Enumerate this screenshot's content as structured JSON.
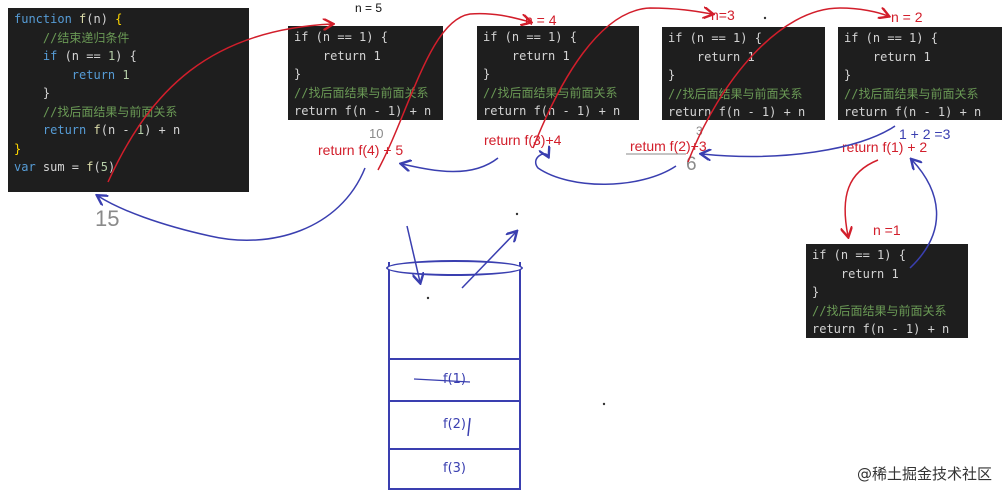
{
  "main_code": {
    "lines": [
      "function f(n) {",
      "    //结束递归条件",
      "    if (n == 1) {",
      "        return 1",
      "    }",
      "    //找后面结果与前面关系",
      "    return f(n - 1) + n",
      "}",
      "",
      "var sum = f(5)"
    ]
  },
  "sub_code": {
    "lines": [
      "if (n == 1) {",
      "    return 1",
      "}",
      "//找后面结果与前面关系",
      "return f(n - 1) + n"
    ]
  },
  "labels": {
    "n5": "n = 5",
    "n4": "n = 4",
    "n3": "n=3",
    "n2": "n = 2",
    "n1": "n =1",
    "ret5": "return f(4) + 5",
    "ret4": "return f(3)+4",
    "ret3": "retum f(2)+3",
    "ret2": "return f(1) + 2",
    "calc": "1 + 2 =3",
    "r15": "15",
    "r10": "10",
    "r6": "6",
    "r3": "3"
  },
  "stack": {
    "frames": [
      "f(1)",
      "f(2)",
      "f(3)"
    ]
  },
  "watermark": "@稀土掘金技术社区"
}
